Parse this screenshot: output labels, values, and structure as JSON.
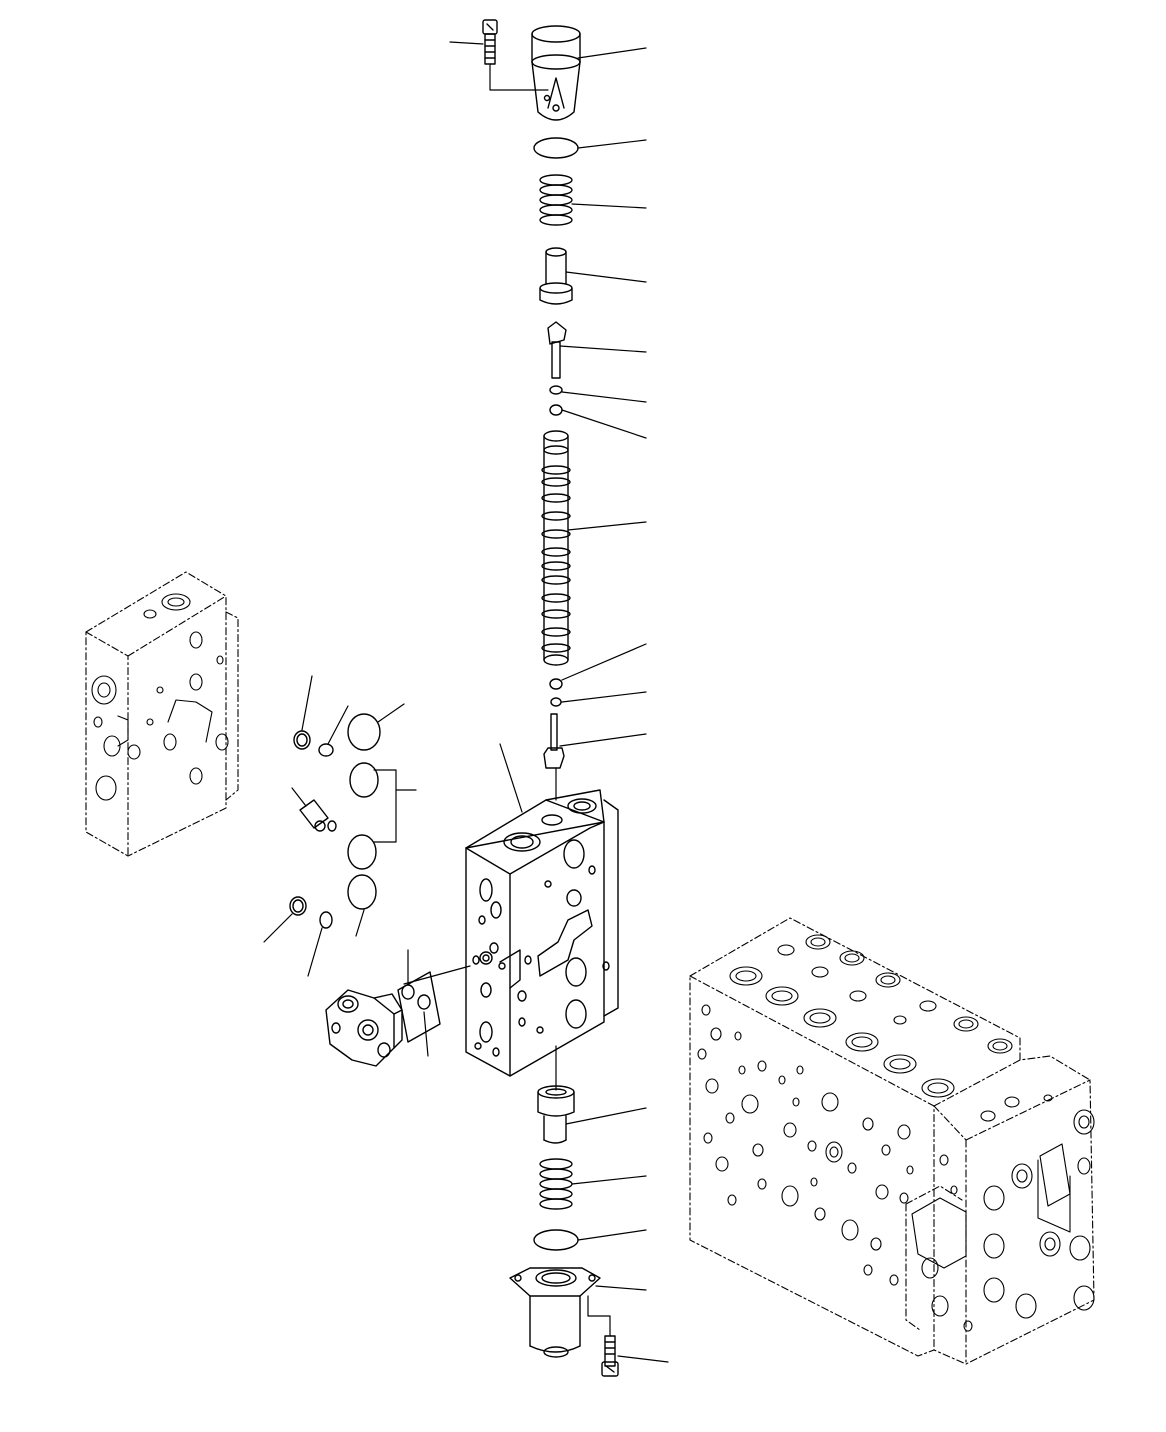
{
  "diagram": {
    "line_color": "#000000",
    "background": "#ffffff",
    "parts_in_stack_top": [
      "cap-screw",
      "end-cap",
      "o-ring",
      "spring",
      "spring-seat",
      "plunger",
      "small-o-ring",
      "small-o-ring",
      "spool"
    ],
    "parts_in_stack_bottom": [
      "small-o-ring",
      "small-o-ring",
      "pin",
      "spring-seat",
      "spring",
      "o-ring",
      "end-cover",
      "cap-screw"
    ],
    "side_parts": [
      "o-ring",
      "o-ring",
      "o-ring",
      "plug",
      "o-ring",
      "o-ring",
      "o-ring",
      "o-ring",
      "o-ring",
      "o-ring",
      "relief-valve-block",
      "gasket"
    ],
    "reference_views": [
      "section-outline-ghost",
      "control-valve-assembly-ghost"
    ]
  }
}
